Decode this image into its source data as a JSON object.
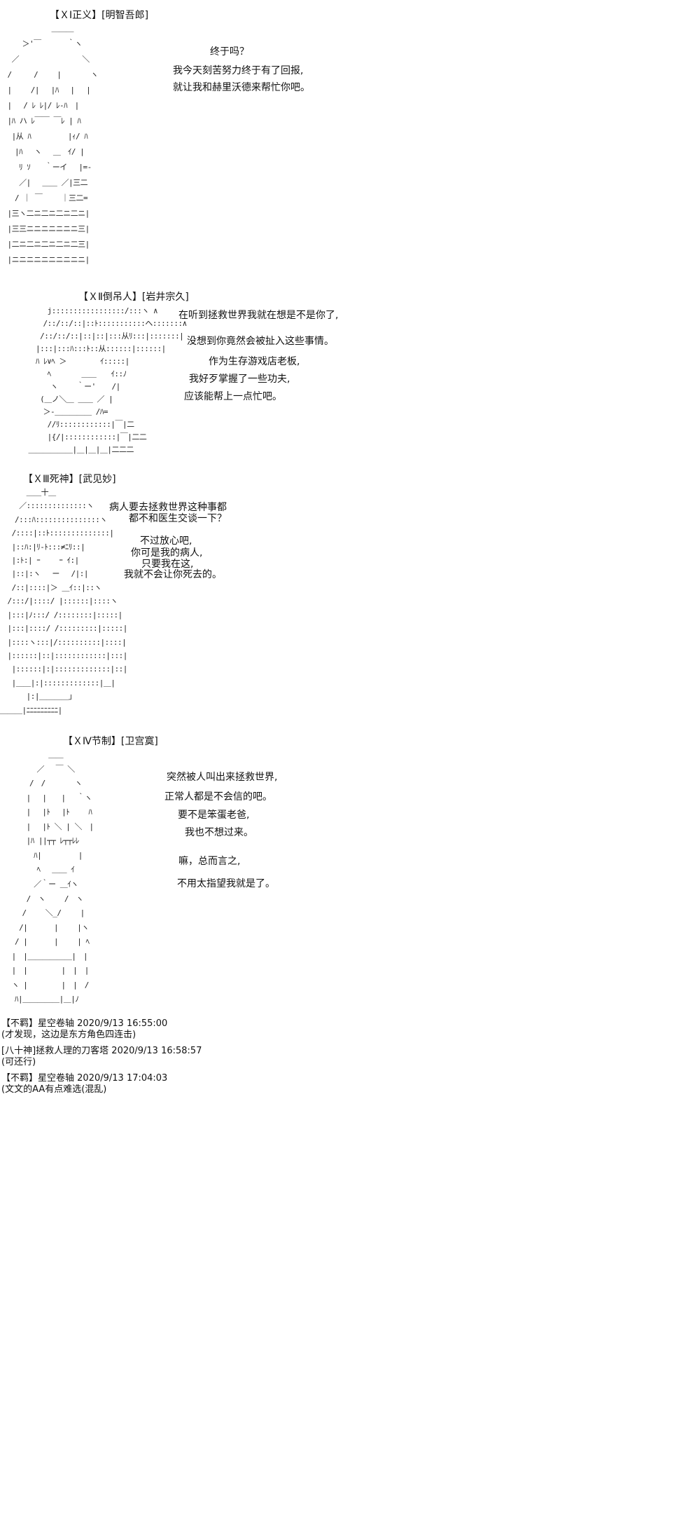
{
  "sections": [
    {
      "header": "【ＸⅠ正义】[明智吾郎]",
      "lines": [
        "终于吗？",
        "我今天刻苦努力终于有了回报,",
        "就让我和赫里沃德来帮忙你吧。"
      ]
    },
    {
      "header": "【ＸⅡ倒吊人】[岩井宗久]",
      "lines": [
        "在听到拯救世界我就在想是不是你了,",
        "没想到你竟然会被扯入这些事情。",
        "作为生存游戏店老板,",
        "我好歹掌握了一些功夫,",
        "应该能帮上一点忙吧。"
      ]
    },
    {
      "header": "【ＸⅢ死神】[武见妙]",
      "lines": [
        "病人要去拯救世界这种事都",
        "都不和医生交谈一下？",
        "不过放心吧,",
        "你可是我的病人,",
        "只要我在这,",
        "我就不会让你死去的。"
      ]
    },
    {
      "header": "【ＸⅣ节制】[卫宫寞]",
      "lines": [
        "突然被人叫出来拯救世界,",
        "正常人都是不会信的吧。",
        "要不是笨蛋老爸,",
        "我也不想过来。",
        "嘛，总而言之,",
        "不用太指望我就是了。"
      ]
    }
  ],
  "comments": [
    {
      "author": "【不羁】星空卷轴",
      "time": "2020/9/13 16:55:00",
      "text": "(才发现，这边是东方角色四连击)"
    },
    {
      "author": "[八十神]拯救人理的刀客塔",
      "time": "2020/9/13 16:58:57",
      "text": "(可还行)"
    },
    {
      "author": "【不羁】星空卷轴",
      "time": "2020/9/13 17:04:03",
      "text": "(文文的AA有点难选(混乱)"
    }
  ],
  "art": {
    "s1": [
      "　　　　　　　＿＿＿",
      "　　　＞'￣　　　 ｀ヽ",
      "　 ／ 　　　　　　　　＼",
      "　/　　　/　　 |　　　　ヽ",
      "　|　　 /|　 |ﾊ　 |　 |",
      "　|　 / ﾚ ﾚ|/ ﾚ-ﾊ　|",
      "　|ﾊ ハ ﾚ￣￣ ￣ﾚ | ﾊ",
      "　 |从 ﾊ　　　　　|ｨ/ ﾊ",
      "　　|ﾊ　 ヽ　 ＿　ｲ/ |",
      "　　 ﾘ ｿ　　｀ーイ　 |=-",
      "　　 ／|　 ＿＿ ／|三二",
      "　　/ ｜ ￣　　 ｜三二=",
      "　|三ヽ二ニ二ニ二ニ二ニ|",
      "　|三三ニニニニニニニ三|",
      "　|二ニ二ニ二ニ二ニ二三|",
      "　|ニニニニニニニニニニ|"
    ],
    "s2": [
      "　　　 j:::::::::::::::::/:::ヽ ∧",
      "　　　/::/::/::|::ﾄ:::::::::::ヘ:::::::∧",
      "　　 /::/::/::|::|::|:::从ﾘ:::|:::::::|",
      "　　|:::|:::ﾊ:::ﾄ::从::::::|::::::|",
      "　　ﾊ ﾚ∨ﾍ ＞　　　　 ｲ:::::|",
      "　　　 ﾍ　　 　 ＿＿　　ｲ::ﾉ",
      "　　　　ヽ　　 ｀ー' 　 /|",
      "　　 (＿ノ＼＿ ＿＿ ／ |",
      "　　　＞-＿＿＿＿＿ /ﾊ=",
      "　　　 //ﾘ::::::::::::|￣|二",
      "　　　 |{/|::::::::::::|￣|二二",
      "　＿＿＿＿＿＿|＿|＿|＿|二二二"
    ],
    "s3": [
      "　　　 ＿＿十＿",
      "　　 ／::::::::::::::ヽ",
      "　　/:::ﾊ:::::::::::::::ヽ",
      "　 /::::|::ﾄ::::::::::::::|",
      "　 |::ﾊ:|ﾘ-ﾄ:::≠ﾆﾘ::|",
      "　 |:ﾄ:| ｰ　　 ｰ ｲ:|",
      "　 |::|:ヽ　 ー　 /|:|",
      "　 /::|::::|＞ ＿ｲ::|::ヽ",
      "　/:::/|::::/ |::::::|::::ヽ",
      "　|:::|ﾉ:::/ /::::::::|:::::|",
      "　|:::|::::/ /:::::::::|:::::|",
      "　|::::ヽ:::|/::::::::::|::::|",
      "　|::::::|::|::::::::::::|:::|",
      "　 |::::::|:|:::::::::::::|::|",
      "　 |＿＿|:|:::::::::::::|＿|",
      "　　　 |:|＿＿＿＿｣",
      "＿＿＿|ﾆﾆﾆﾆﾆﾆﾆﾆﾆ|"
    ],
    "s4": [
      "　　　　　　 ＿＿",
      "　　　　　／　 ￣ ＼",
      "　　　　/　/　　　　ヽ",
      "　　　 |　 |　　|　 ｀ヽ",
      "　　　 |　 |ﾄ　 |ﾄ　　 ﾊ",
      "　　　 |　 |ﾄ ＼ | ＼　|",
      "　　　 |ﾊ ||┬┬ ﾚ┬┬ﾚﾚ",
      "　　　　 ﾊ|　　　　　|",
      "　　　　　ﾍ　 ＿＿ ｲ",
      "　　　　 ／｀ー ＿ｲヽ",
      "　　　 /　ヽ　　 /　ヽ",
      "　　　/　　 ＼_/　　 |",
      "　　 /|　　　 |　　 |ヽ",
      "　　/ |　　　 |　　 | ﾍ",
      "　 |　|＿＿＿＿＿＿|　|",
      "　 |　|　　　　 |　|　|",
      "　 ヽ |　　　　 |　|　/",
      "　　ﾊ|＿＿＿＿＿|＿|ﾉ"
    ]
  }
}
